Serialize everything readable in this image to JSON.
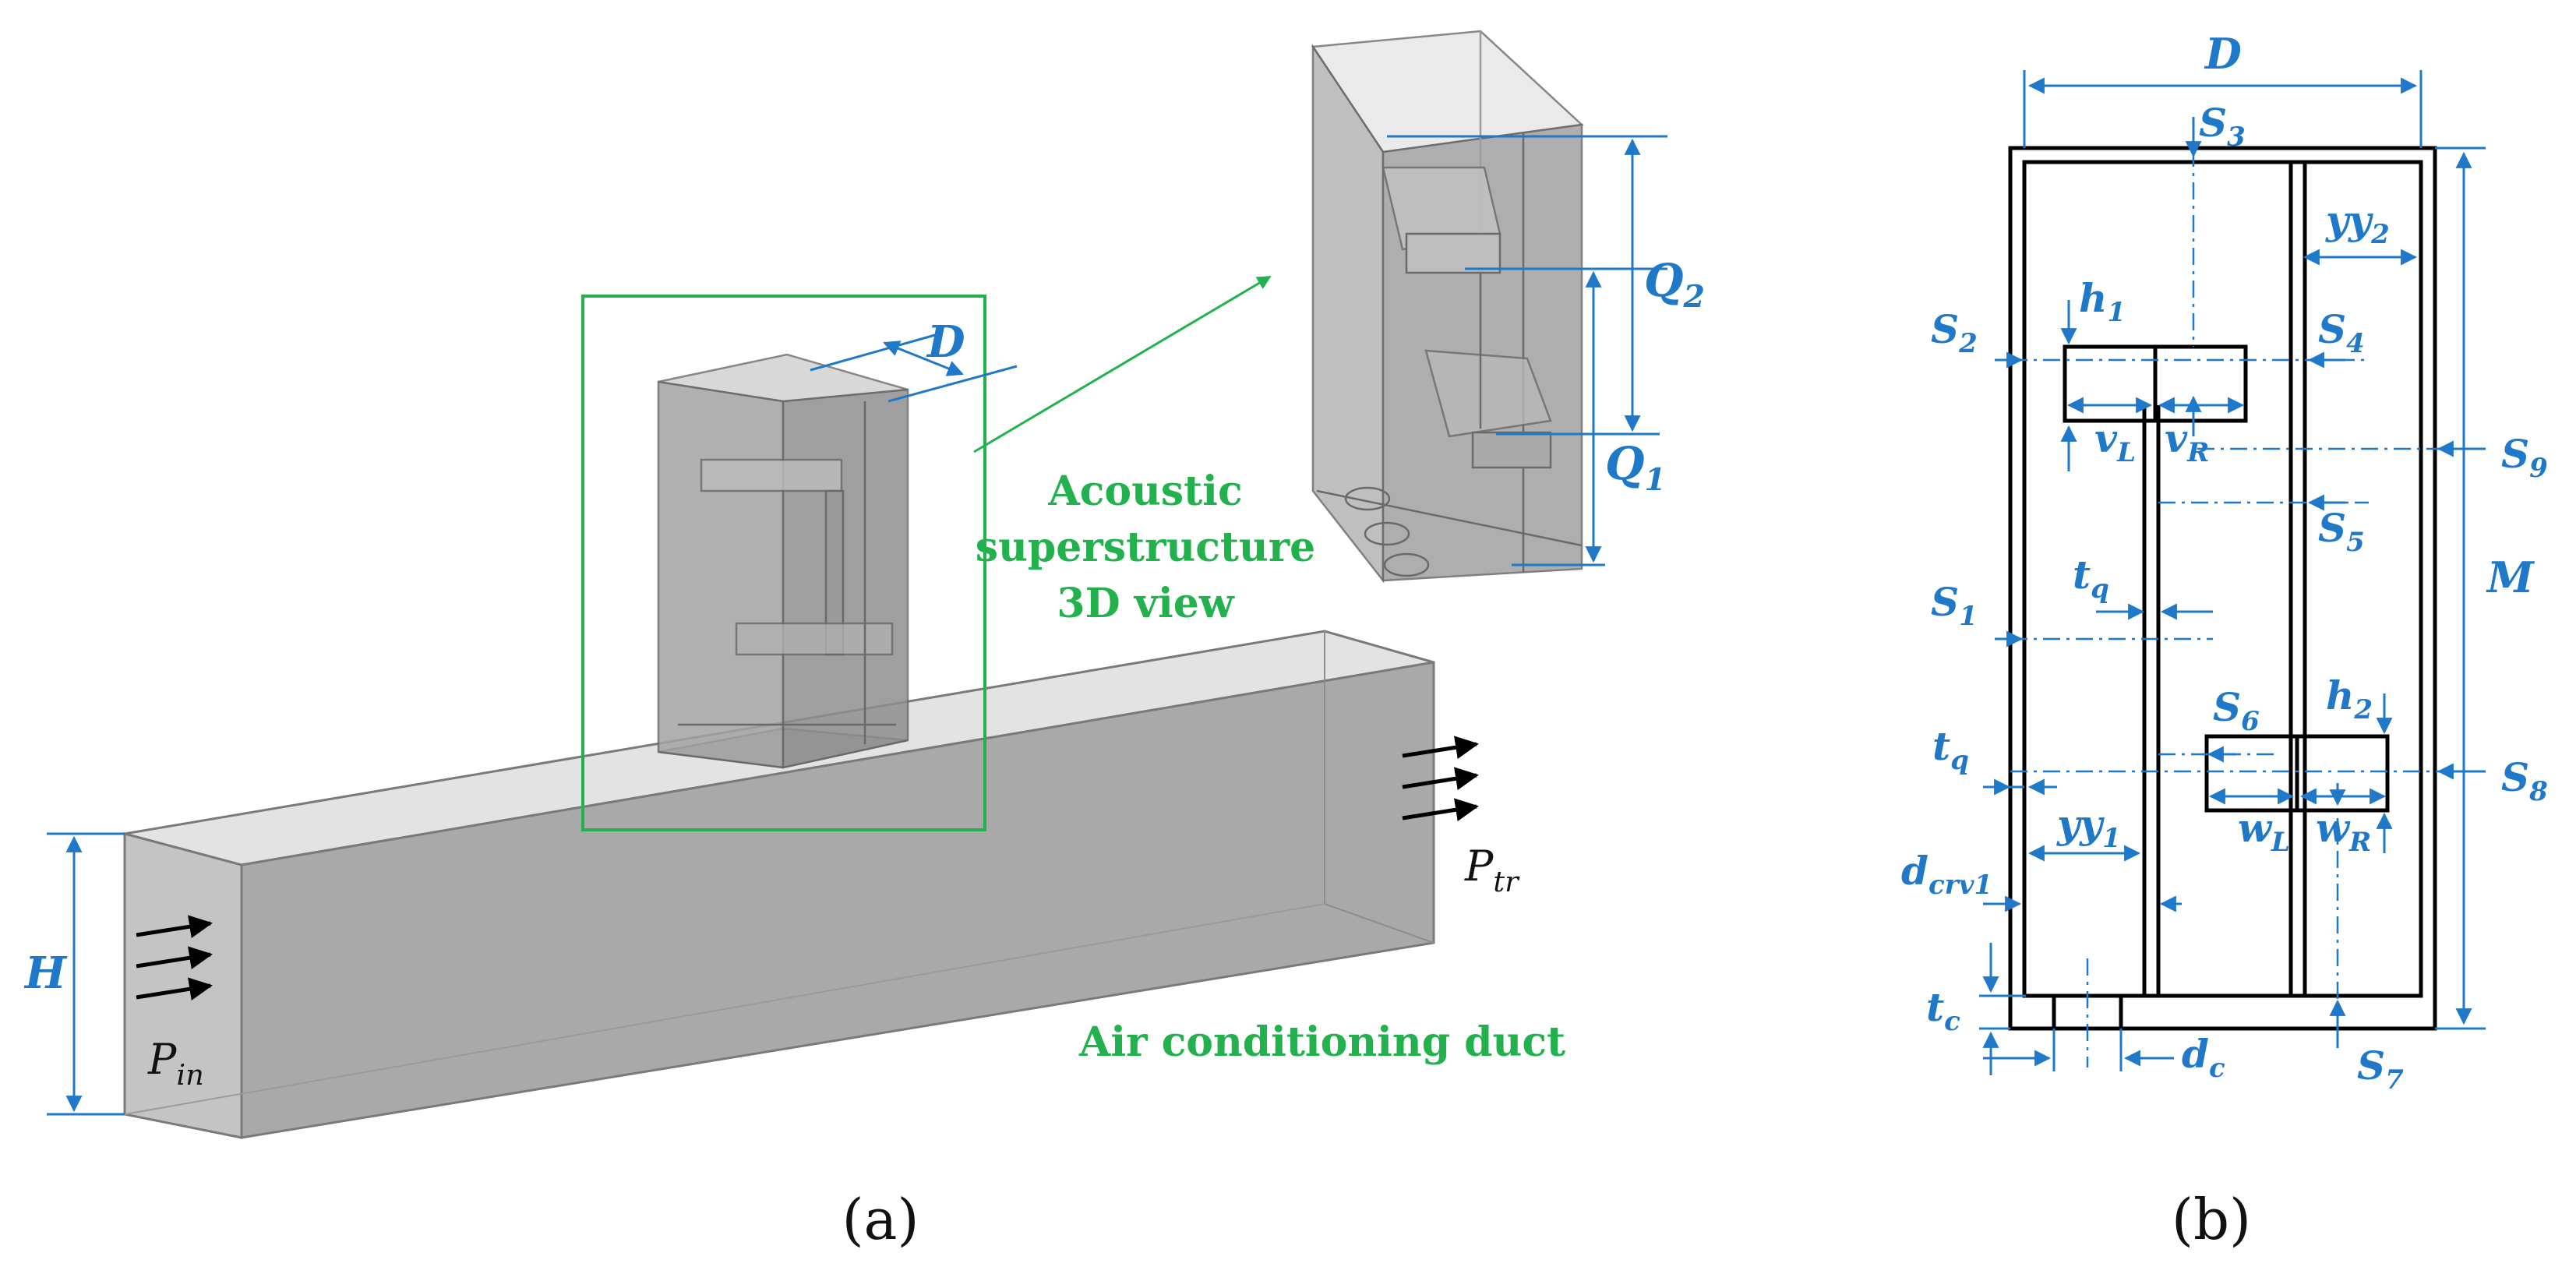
{
  "panel_a": {
    "caption": "(a)",
    "label_D": "D",
    "label_H": "H",
    "label_Q1": "Q",
    "label_Q1_sub": "1",
    "label_Q2": "Q",
    "label_Q2_sub": "2",
    "label_Pin": "P",
    "label_Pin_sub": "in",
    "label_Ptr": "P",
    "label_Ptr_sub": "tr",
    "text_acoustic_line1": "Acoustic",
    "text_acoustic_line2": "superstructure",
    "text_acoustic_line3": "3D view",
    "text_duct": "Air conditioning duct"
  },
  "panel_b": {
    "caption": "(b)",
    "D": "D",
    "M": "M",
    "S1": "S",
    "S1_sub": "1",
    "S2": "S",
    "S2_sub": "2",
    "S3": "S",
    "S3_sub": "3",
    "S4": "S",
    "S4_sub": "4",
    "S5": "S",
    "S5_sub": "5",
    "S6": "S",
    "S6_sub": "6",
    "S7": "S",
    "S7_sub": "7",
    "S8": "S",
    "S8_sub": "8",
    "S9": "S",
    "S9_sub": "9",
    "h1": "h",
    "h1_sub": "1",
    "h2": "h",
    "h2_sub": "2",
    "vL": "v",
    "vL_sub": "L",
    "vR": "v",
    "vR_sub": "R",
    "wL": "w",
    "wL_sub": "L",
    "wR": "w",
    "wR_sub": "R",
    "tq1": "t",
    "tq1_sub": "q",
    "tq2": "t",
    "tq2_sub": "q",
    "tc": "t",
    "tc_sub": "c",
    "dc": "d",
    "dc_sub": "c",
    "dcrv": "d",
    "dcrv_sub": "crv1",
    "yy1": "yy",
    "yy1_sub": "1",
    "yy2": "yy",
    "yy2_sub": "2"
  },
  "colors": {
    "dimension": "#1f78c8",
    "highlight": "#22b14c",
    "outline": "#000000"
  }
}
